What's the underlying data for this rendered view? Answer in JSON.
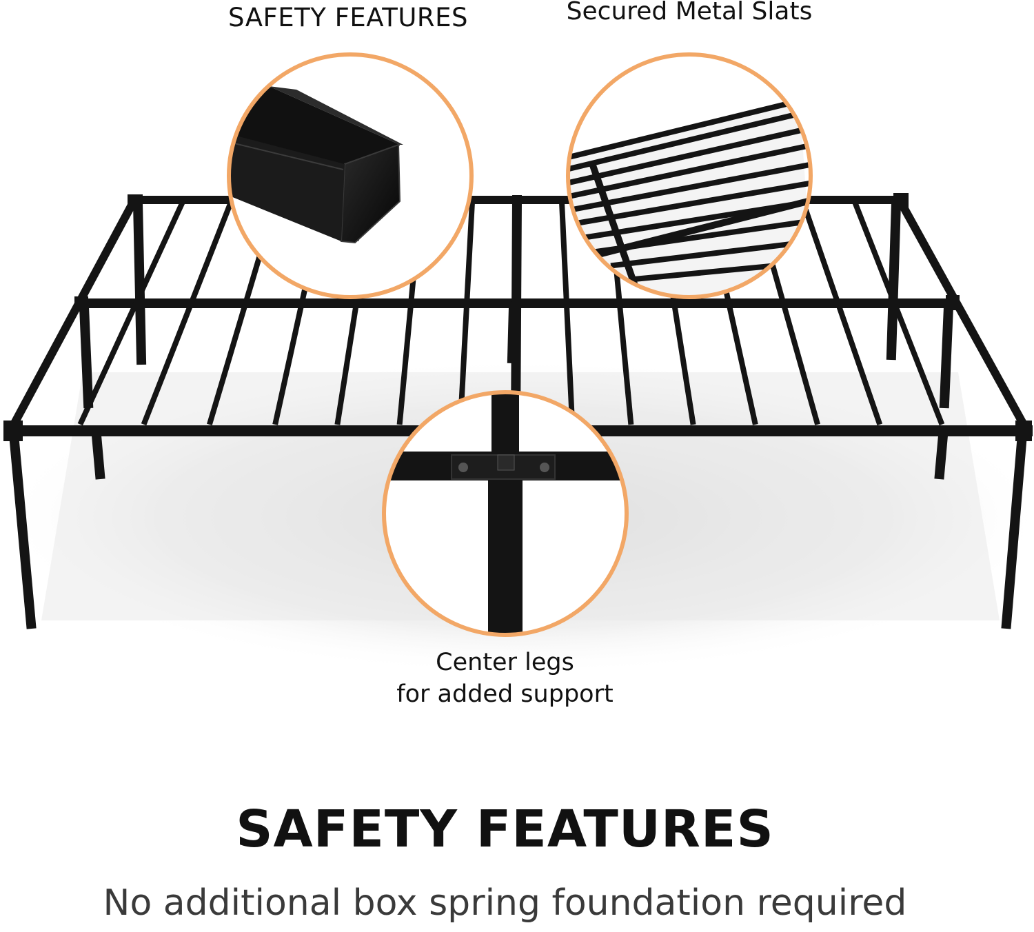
{
  "callouts": {
    "safety_features_label": "SAFETY FEATURES",
    "metal_slats_label": "Secured Metal Slats",
    "center_legs_label_line1": "Center legs",
    "center_legs_label_line2": "for added support"
  },
  "banner": {
    "heading": "SAFETY FEATURES",
    "subheading": "No additional box spring foundation required"
  },
  "colors": {
    "callout_ring": "#f2a766",
    "frame_metal": "#141414",
    "text_primary": "#111111",
    "text_secondary": "#3a3a3a"
  }
}
